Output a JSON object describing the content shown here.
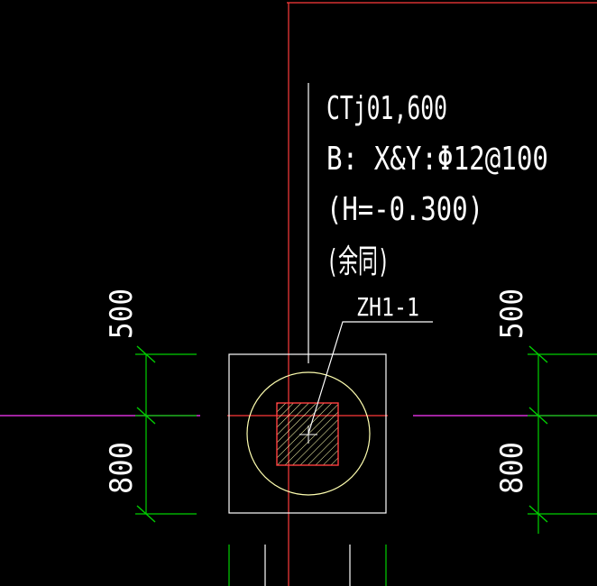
{
  "annotation": {
    "line1": "CTj01,600",
    "line2": "B: X&Y:Φ12@100",
    "line3": "(H=-0.300)",
    "line4": "(余同)"
  },
  "pile_label": "ZH1-1",
  "dimensions": {
    "left_upper": "500",
    "left_lower": "800",
    "right_upper": "500",
    "right_lower": "800"
  },
  "colors": {
    "background": "#000000",
    "axis_line": "#ff3b3b",
    "axis_line_magenta": "#ff3bff",
    "outline": "#ffffff",
    "circle": "#ffffb0",
    "pile": "#ff4040",
    "hatch": "#ffffb0",
    "dimension": "#00d000",
    "text": "#ffffff"
  }
}
